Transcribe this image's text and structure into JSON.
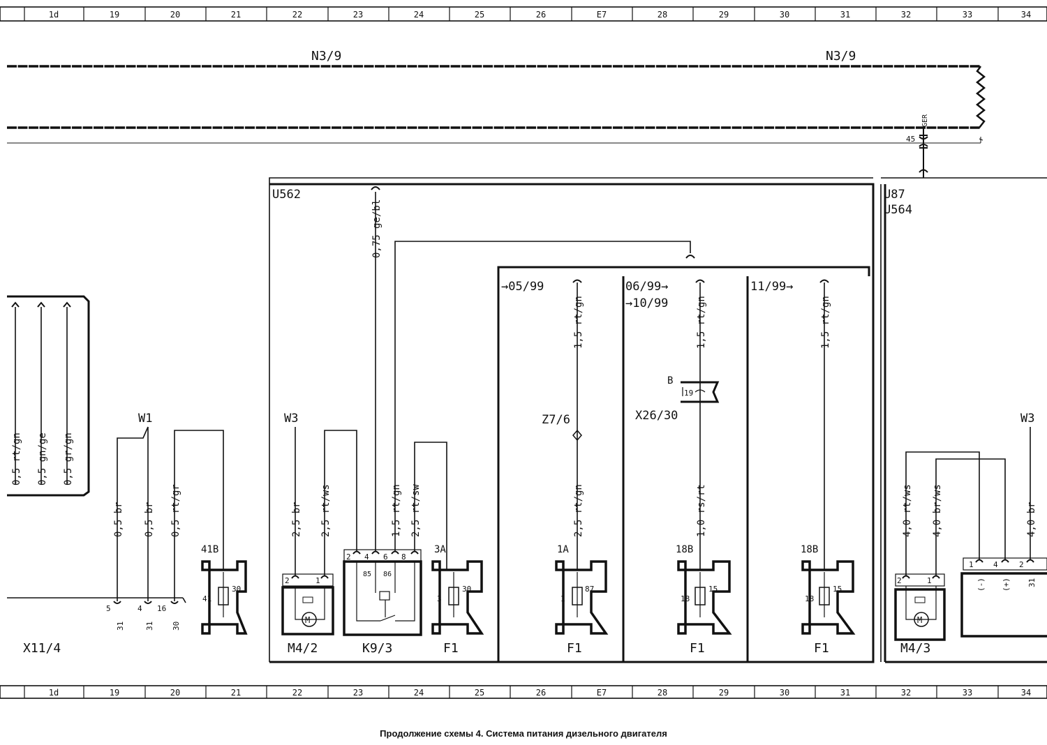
{
  "grid": {
    "columns": [
      "1d",
      "19",
      "20",
      "21",
      "22",
      "23",
      "24",
      "25",
      "26",
      "Е7",
      "28",
      "29",
      "30",
      "31",
      "32",
      "33",
      "34"
    ]
  },
  "bus": {
    "label_left": "N3/9",
    "label_right": "N3/9",
    "connector_code": "GER",
    "connector_pin": "45"
  },
  "boxes": {
    "u562": "U562",
    "u87": "U87",
    "u564": "U564",
    "left_connector": "X11/4"
  },
  "date_ranges": {
    "r1": "→05/99",
    "r2a": "06/99→",
    "r2b": "→10/99",
    "r3": "11/99→"
  },
  "wires": {
    "left1": "0,5 rt/gn",
    "left2": "0,5 gn/ge",
    "left3": "0,5 gr/gn",
    "w1_a": "0,5 br",
    "w1_b": "0,5 br",
    "w1_c": "0,5 rt/gr",
    "top_ge_bl": "0,75 ge/bl",
    "m42_a": "2,5 br",
    "m42_b": "2,5 rt/ws",
    "k93_a": "1,5 rt/gn",
    "k93_b": "2,5 rt/sw",
    "f1_1a_top": "1,5 rt/gn",
    "f1_1a_bot": "2,5 rt/gn",
    "f1_18b_top": "1,5 rt/gn",
    "f1_18b_bot": "1,0 rs/rt",
    "f1_18b2_top": "1,5 rt/gn",
    "m43_a": "4,0 rt/ws",
    "m43_b": "4,0 br/ws",
    "m43_c": "4,0 br"
  },
  "labels": {
    "w1": "W1",
    "w3_left": "W3",
    "w3_right": "W3",
    "z76": "Z7/6",
    "x2630": "X26/30",
    "b_pin": "B",
    "x26_pin": "19",
    "m42": "M4/2",
    "k93": "K9/3",
    "f1": "F1",
    "m43": "M4/3",
    "motor": "M"
  },
  "fuses": {
    "f41b": {
      "name": "41B",
      "left": "41",
      "right": "30"
    },
    "f3a": {
      "name": "3A",
      "left": "3",
      "right": "30"
    },
    "f1a": {
      "name": "1A",
      "left": "1",
      "right": "87"
    },
    "f18b1": {
      "name": "18B",
      "left": "18",
      "right": "15"
    },
    "f18b2": {
      "name": "18B",
      "left": "18",
      "right": "15"
    }
  },
  "pins": {
    "x11_5": "5",
    "x11_4": "4",
    "x11_16": "16",
    "x11_31a": "31",
    "x11_31b": "31",
    "x11_30": "30",
    "m_2": "2",
    "m_1": "1",
    "k_2": "2",
    "k_4": "4",
    "k_6": "6",
    "k_8": "8",
    "k_85": "85",
    "k_86": "86",
    "u87_1": "1",
    "u87_4": "4",
    "u87_2": "2",
    "u87_minus": "(-)",
    "u87_plus": "(+)",
    "u87_31": "31"
  },
  "caption": "Продолжение схемы 4. Система питания дизельного двигателя"
}
